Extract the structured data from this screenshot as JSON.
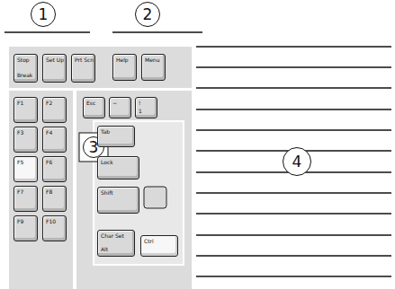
{
  "diagram": {
    "nodes": [
      {
        "text": [
          "1"
        ]
      },
      {
        "text": [
          "2"
        ]
      },
      {
        "text": [
          "Stop",
          "Break"
        ]
      },
      {
        "text": [
          "Set Up"
        ]
      },
      {
        "text": [
          "Prt Scn"
        ]
      },
      {
        "text": [
          "Help"
        ]
      },
      {
        "text": [
          "Menu"
        ]
      },
      {
        "text": [
          "F1"
        ]
      },
      {
        "text": [
          "F2"
        ]
      },
      {
        "text": [
          "F3"
        ]
      },
      {
        "text": [
          "F4"
        ]
      },
      {
        "text": [
          "F5"
        ]
      },
      {
        "text": [
          "F6"
        ]
      },
      {
        "text": [
          "F7"
        ]
      },
      {
        "text": [
          "F8"
        ]
      },
      {
        "text": [
          "F9"
        ]
      },
      {
        "text": [
          "F10"
        ]
      },
      {
        "text": [
          "Esc"
        ]
      },
      {
        "text": [
          "~"
        ]
      },
      {
        "text": [
          "!",
          "1"
        ]
      },
      {
        "text": [
          "3"
        ]
      },
      {
        "text": [
          "Tab"
        ]
      },
      {
        "text": [
          "Lock"
        ]
      },
      {
        "text": [
          "Shift"
        ]
      },
      {
        "text": [
          "Char Set",
          "Alt"
        ]
      },
      {
        "text": [
          "Ctrl"
        ]
      },
      {
        "text": [
          "4"
        ]
      }
    ]
  }
}
